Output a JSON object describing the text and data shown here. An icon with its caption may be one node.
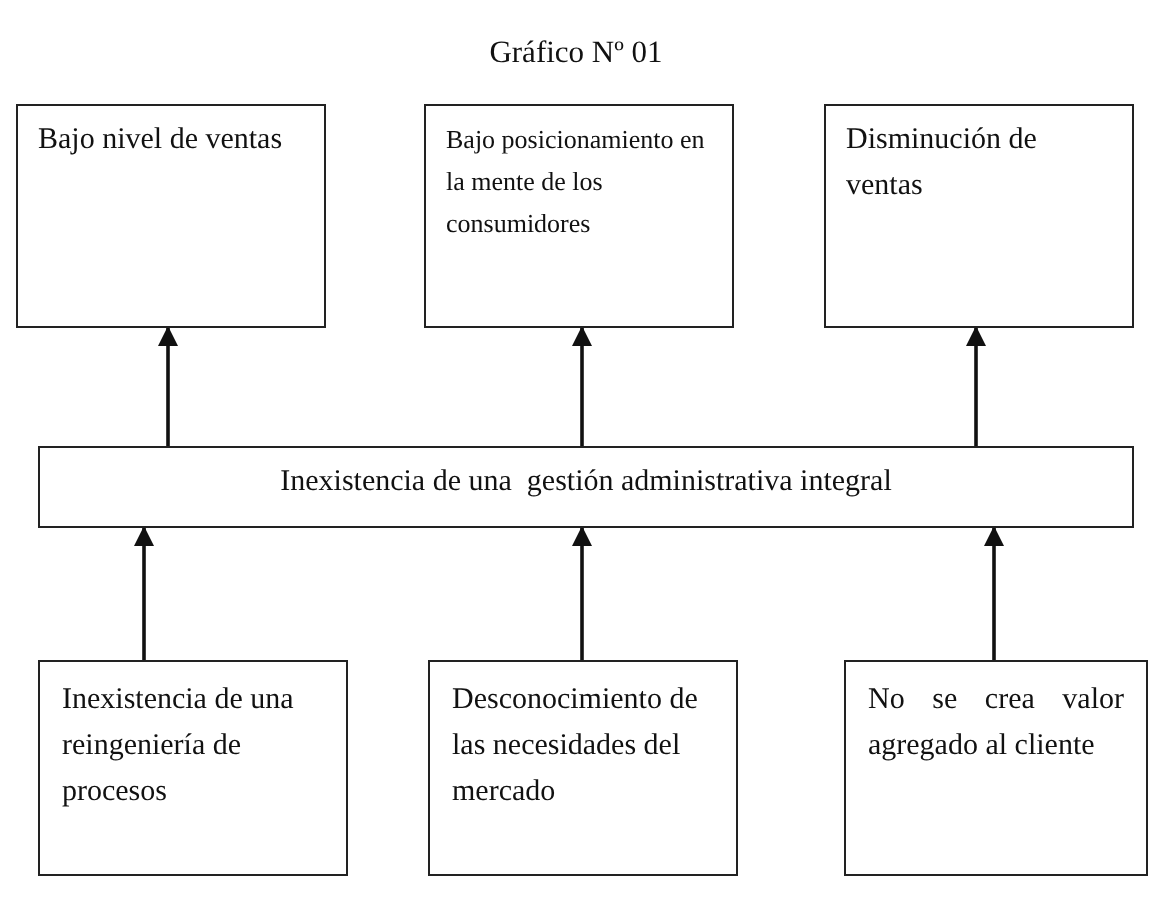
{
  "diagram": {
    "title": "Gráfico Nº 01",
    "nodes": [
      {
        "text": [
          "Bajo nivel de ventas"
        ]
      },
      {
        "text": [
          "Bajo posicionamiento en la mente de los consumidores"
        ]
      },
      {
        "text": [
          "Disminución de ventas"
        ]
      },
      {
        "text": [
          "Inexistencia de una  gestión administrativa integral"
        ]
      },
      {
        "text": [
          "Inexistencia de una reingeniería de procesos"
        ]
      },
      {
        "text": [
          "Desconocimiento de las necesidades del mercado"
        ]
      },
      {
        "text": [
          "No se crea valor agregado al cliente"
        ]
      }
    ],
    "edges": [
      {
        "from": 3,
        "to": 0,
        "arrow": "to"
      },
      {
        "from": 3,
        "to": 1,
        "arrow": "to"
      },
      {
        "from": 3,
        "to": 2,
        "arrow": "to"
      },
      {
        "from": 4,
        "to": 3,
        "arrow": "to"
      },
      {
        "from": 5,
        "to": 3,
        "arrow": "to"
      },
      {
        "from": 6,
        "to": 3,
        "arrow": "to"
      }
    ]
  }
}
